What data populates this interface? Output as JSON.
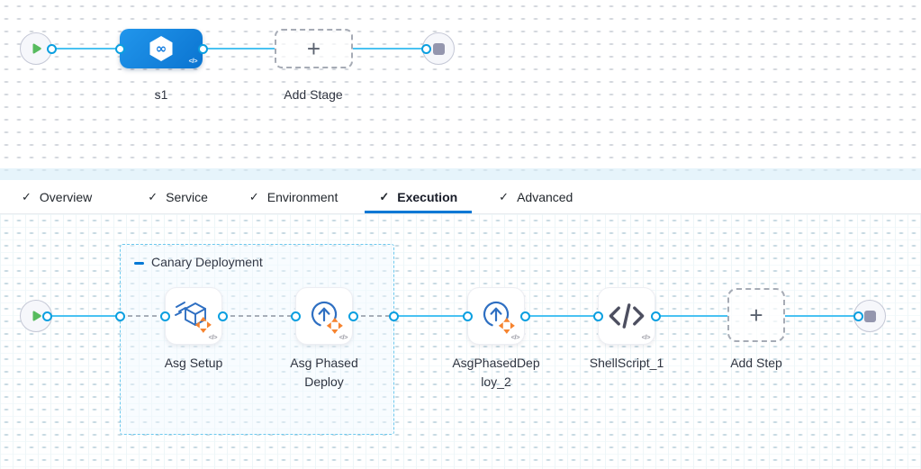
{
  "colors": {
    "accent_blue": "#0278d5",
    "connector_line": "#4ac2f2",
    "connector_ring": "#0a9fe0",
    "dashed_line": "#a7aeb9",
    "stage_blue_start": "#2196ec",
    "stage_blue_end": "#0b74d0",
    "icon_blue": "#2e6fc2",
    "icon_orange": "#f6832e",
    "play_green": "#57bb5e",
    "stop_gray": "#9496ae",
    "group_border": "#6ec9ee",
    "text_dark": "#2f3440"
  },
  "icons": {
    "check": "✓",
    "plus": "+",
    "code_badge": "</>",
    "infinity": "∞"
  },
  "pipeline": {
    "stage_label": "s1",
    "add_stage_label": "Add Stage"
  },
  "tab_bar": {
    "active_tab": "Execution",
    "tabs": [
      {
        "label": "Overview"
      },
      {
        "label": "Service"
      },
      {
        "label": "Environment"
      },
      {
        "label": "Execution"
      },
      {
        "label": "Advanced"
      }
    ]
  },
  "execution": {
    "group_label": "Canary Deployment",
    "group_steps": [
      {
        "label": "Asg Setup",
        "icon": "asg-setup-icon"
      },
      {
        "label": "Asg Phased Deploy",
        "icon": "asg-phased-deploy-icon"
      }
    ],
    "steps": [
      {
        "label": "AsgPhasedDeploy_2",
        "icon": "asg-phased-deploy-icon"
      },
      {
        "label": "ShellScript_1",
        "icon": "shell-script-icon"
      }
    ],
    "add_step_label": "Add Step"
  }
}
